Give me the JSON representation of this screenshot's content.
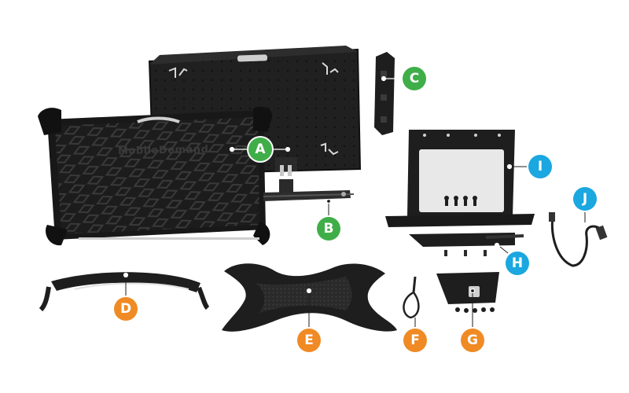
{
  "brand_mark": "MobileDemand",
  "colors": {
    "group_green": "#3fae49",
    "group_orange": "#f08a24",
    "group_blue": "#1ba7e0",
    "part_black": "#1e1e1e",
    "part_dark": "#2b2b2b",
    "plate_white": "#e8e8e8"
  },
  "callouts": [
    {
      "letter": "A",
      "group": "green",
      "part": "rugged-case-front-and-back"
    },
    {
      "letter": "B",
      "group": "green",
      "part": "stylus-holder"
    },
    {
      "letter": "C",
      "group": "green",
      "part": "side-clip"
    },
    {
      "letter": "D",
      "group": "orange",
      "part": "hand-strap"
    },
    {
      "letter": "E",
      "group": "orange",
      "part": "x-strap"
    },
    {
      "letter": "F",
      "group": "orange",
      "part": "stylus-tether"
    },
    {
      "letter": "G",
      "group": "orange",
      "part": "mounting-plate"
    },
    {
      "letter": "H",
      "group": "blue",
      "part": "stylus-rail"
    },
    {
      "letter": "I",
      "group": "blue",
      "part": "kickstand-plate"
    },
    {
      "letter": "J",
      "group": "blue",
      "part": "lanyard"
    }
  ]
}
